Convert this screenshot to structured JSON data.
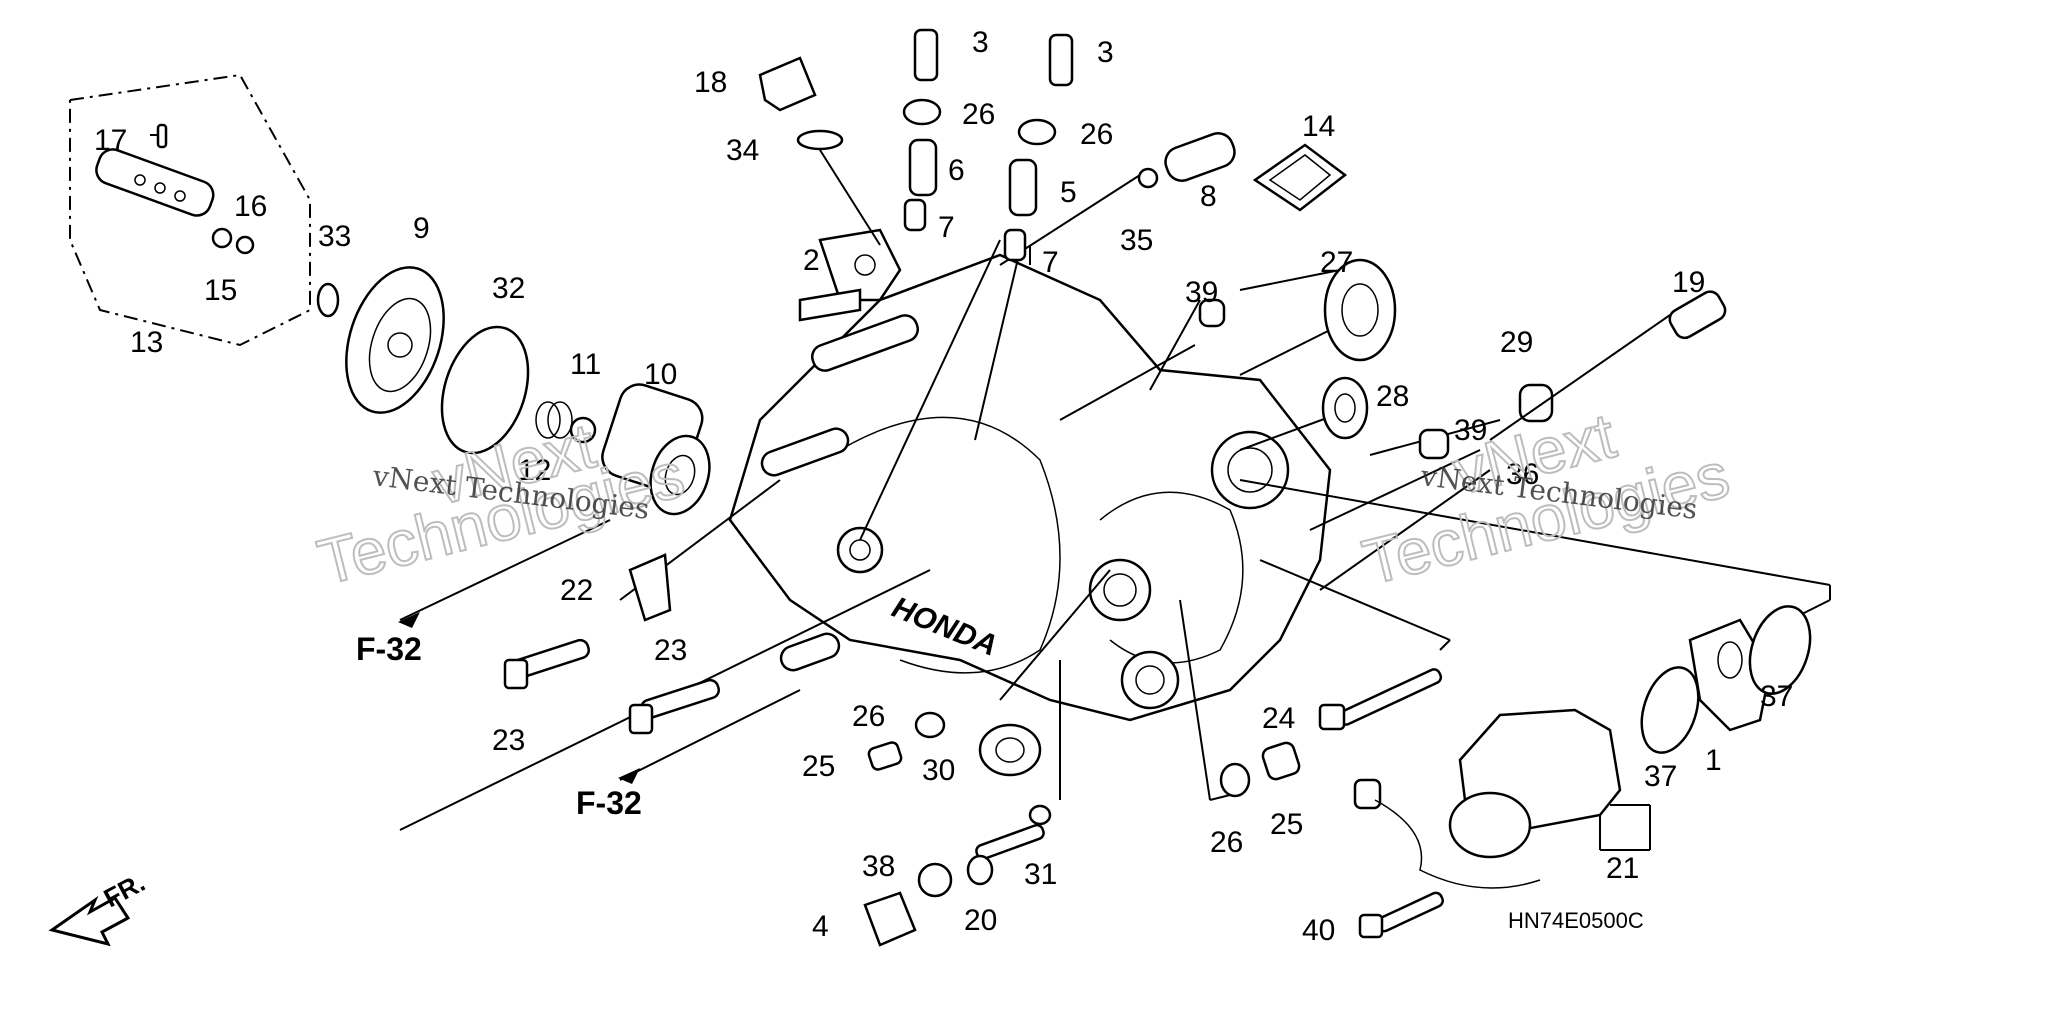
{
  "diagram": {
    "callouts": {
      "p1": "1",
      "p2": "2",
      "p3a": "3",
      "p3b": "3",
      "p4": "4",
      "p5": "5",
      "p6": "6",
      "p7a": "7",
      "p7b": "7",
      "p8": "8",
      "p9": "9",
      "p10": "10",
      "p11": "11",
      "p12": "12",
      "p13": "13",
      "p14": "14",
      "p15": "15",
      "p16": "16",
      "p17": "17",
      "p18": "18",
      "p19": "19",
      "p20": "20",
      "p21": "21",
      "p22": "22",
      "p23a": "23",
      "p23b": "23",
      "p24": "24",
      "p25a": "25",
      "p25b": "25",
      "p26a": "26",
      "p26b": "26",
      "p26c": "26",
      "p26d": "26",
      "p27": "27",
      "p28": "28",
      "p29": "29",
      "p30": "30",
      "p31": "31",
      "p32": "32",
      "p33": "33",
      "p34": "34",
      "p35": "35",
      "p36": "36",
      "p37a": "37",
      "p37b": "37",
      "p38": "38",
      "p39a": "39",
      "p39b": "39",
      "p40": "40"
    },
    "refs": {
      "f32a": "F-32",
      "f32b": "F-32"
    },
    "front_label": "FR.",
    "diagram_code": "HN74E0500C",
    "brand_mark": "HONDA",
    "watermarks": {
      "small_left": "vNext Technologies",
      "small_right": "vNext Technologies",
      "big_left_top": "vNext",
      "big_left_bottom": "Technologies",
      "big_right_top": "vNext",
      "big_right_bottom": "Technologies"
    }
  }
}
